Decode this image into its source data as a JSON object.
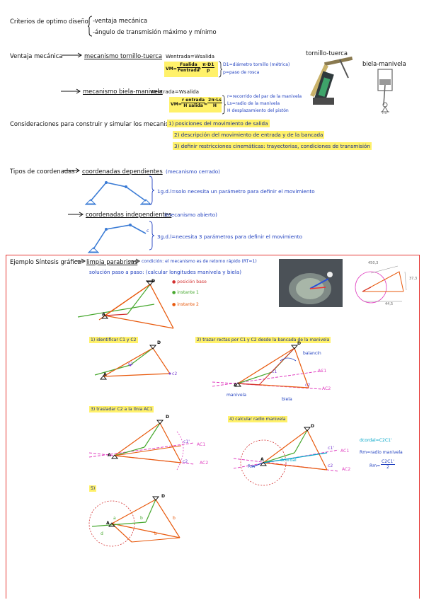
{
  "criteria": {
    "title": "Criterios de optimo diseño",
    "item1": "-ventaja mecánica",
    "item2": "-ángulo de transmisión máximo y mínimo"
  },
  "ventaja": {
    "label": "Ventaja mecánica",
    "screw_title": "mecanismo tornillo-tuerca",
    "screw_eq": "Wentrada=Wsalida",
    "screw_vm": "VM=",
    "screw_num1": "Fsalida",
    "screw_den1": "Fentrada",
    "screw_num2": "π·D1",
    "screw_den2": "p",
    "screw_note1": "D1=diámetro tornillo (métrica)",
    "screw_note2": "p=paso de rosca",
    "crank_title": "mecanismo biela-manivela",
    "crank_eq": "Wentrada=Wsalida",
    "crank_vm": "VM=",
    "crank_num1": "r entrada",
    "crank_den1": "H salida",
    "crank_num2": "2π·Ls",
    "crank_den2": "H",
    "crank_note1": "r=recorrido del par de la manivela",
    "crank_note2": "Ls=radio de la manivela",
    "crank_note3": "H desplazamiento del pistón",
    "img_label1": "tornillo-tuerca",
    "img_label2": "biela-manivela"
  },
  "consideraciones": {
    "title": "Consideraciones para construir y simular los mecanismos:",
    "item1": "1) posiciones del movimiento de salida",
    "item2": "2) descripción del movimiento de entrada y de la bancada",
    "item3": "3) definir restricciones cinemáticas: trayectorias, condiciones de transmisión"
  },
  "coordenadas": {
    "title": "Tipos de coordenadas",
    "dep": "coordenadas dependientes",
    "dep_note": "(mecanismo cerrado)",
    "dep_desc": "1g.d.l=solo necesita un parámetro para definir el movimiento",
    "indep": "coordenadas independientes",
    "indep_note": "(mecanismo abierto)",
    "indep_desc": "3g.d.l=necesita 3 parámetros para definir el movimiento",
    "lbl_c": "c"
  },
  "ejemplo": {
    "title": "Ejemplo Síntesis gráfica",
    "topic": "limpia parabrisas",
    "cond": "condición: el mecanismo es de retorno rápido (RT=1)",
    "sol": "solución paso a paso: (calcular longitudes manivela y biela)",
    "legend1": "posición base",
    "legend2": "instante 1",
    "legend3": "instante 2",
    "step1": "1) identificar C1 y C2",
    "step2": "2) trazar rectas por C1 y C2 desde la bancada de la manivela",
    "step3": "3) trasladar C2 a la línia AC1",
    "step4": "4) calcular radio manivela",
    "step5": "5)",
    "balancin": "balancín",
    "manivela": "manivela",
    "biela": "biela",
    "lbl_A": "A",
    "lbl_D": "D",
    "lbl_c1": "c1",
    "lbl_c2": "c2",
    "lbl_c1p": "c1'",
    "lbl_AC1": "AC1",
    "lbl_AC2": "AC2",
    "lbl_dcordal": "dcordal",
    "lbl_rm": "Rm",
    "dcordal_eq": "dcordal=C2C1'",
    "rm_eq": "Rm=radio manivela",
    "rm_eq2": "Rm=",
    "rm_num": "C2C1'",
    "rm_den": "2",
    "lbl_a": "a",
    "lbl_b": "b",
    "lbl_d": "d",
    "dim1": "450,3",
    "dim2": "37,3",
    "dim3": "44,5"
  },
  "colors": {
    "blue": "#1f3fbf",
    "orange": "#e8590c",
    "green": "#47a82f",
    "red": "#d32f2f",
    "magenta": "#e040c0",
    "cyan": "#00a6c8",
    "highlight": "#fff16a"
  }
}
